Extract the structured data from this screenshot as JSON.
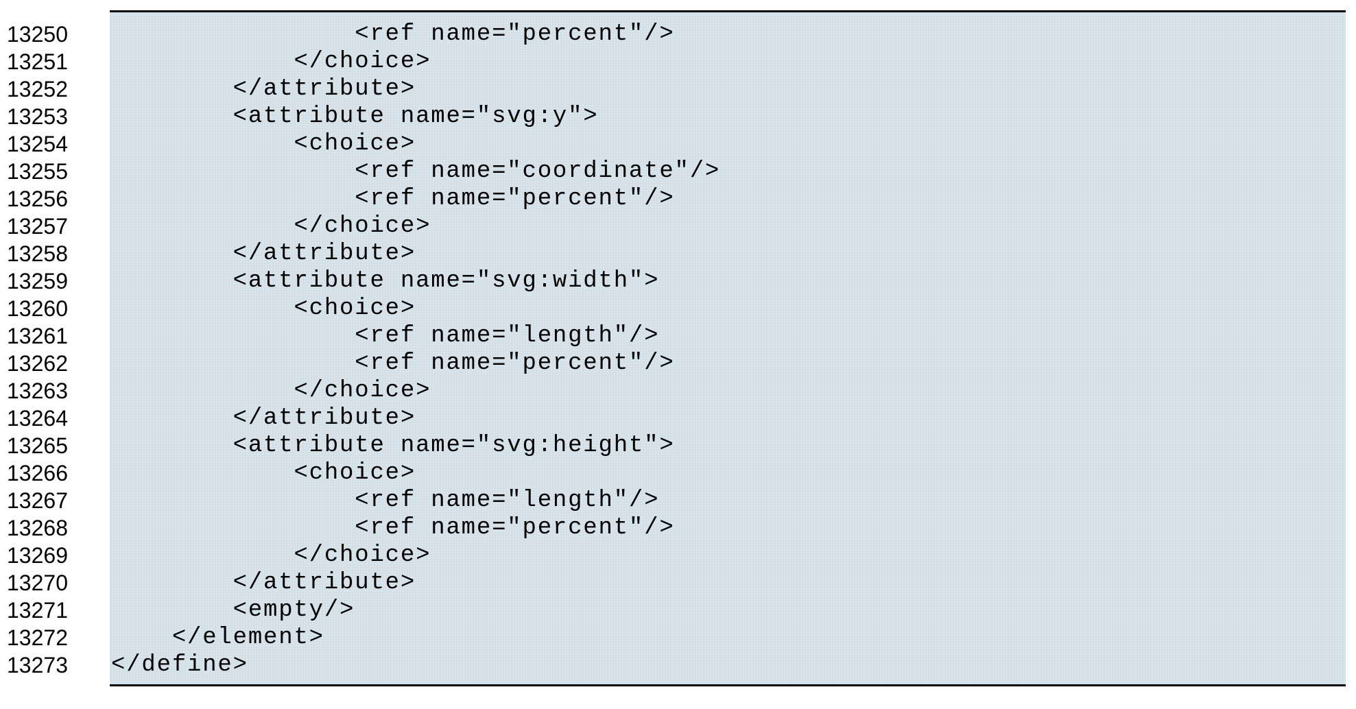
{
  "page": {
    "background": "#ffffff"
  },
  "listing": {
    "colors": {
      "code_background": "#d8e3ea",
      "code_background_dither": "#c9d9e2",
      "rule": "#000000",
      "text": "#000000",
      "line_number_text": "#000000",
      "gutter_background": "#ffffff"
    },
    "first_line_number": "13250",
    "last_line_number": "13273",
    "lines": [
      {
        "number": "13250",
        "text": "                <ref name=\"percent\"/>"
      },
      {
        "number": "13251",
        "text": "            </choice>"
      },
      {
        "number": "13252",
        "text": "        </attribute>"
      },
      {
        "number": "13253",
        "text": "        <attribute name=\"svg:y\">"
      },
      {
        "number": "13254",
        "text": "            <choice>"
      },
      {
        "number": "13255",
        "text": "                <ref name=\"coordinate\"/>"
      },
      {
        "number": "13256",
        "text": "                <ref name=\"percent\"/>"
      },
      {
        "number": "13257",
        "text": "            </choice>"
      },
      {
        "number": "13258",
        "text": "        </attribute>"
      },
      {
        "number": "13259",
        "text": "        <attribute name=\"svg:width\">"
      },
      {
        "number": "13260",
        "text": "            <choice>"
      },
      {
        "number": "13261",
        "text": "                <ref name=\"length\"/>"
      },
      {
        "number": "13262",
        "text": "                <ref name=\"percent\"/>"
      },
      {
        "number": "13263",
        "text": "            </choice>"
      },
      {
        "number": "13264",
        "text": "        </attribute>"
      },
      {
        "number": "13265",
        "text": "        <attribute name=\"svg:height\">"
      },
      {
        "number": "13266",
        "text": "            <choice>"
      },
      {
        "number": "13267",
        "text": "                <ref name=\"length\"/>"
      },
      {
        "number": "13268",
        "text": "                <ref name=\"percent\"/>"
      },
      {
        "number": "13269",
        "text": "            </choice>"
      },
      {
        "number": "13270",
        "text": "        </attribute>"
      },
      {
        "number": "13271",
        "text": "        <empty/>"
      },
      {
        "number": "13272",
        "text": "    </element>"
      },
      {
        "number": "13273",
        "text": "</define>"
      }
    ]
  }
}
